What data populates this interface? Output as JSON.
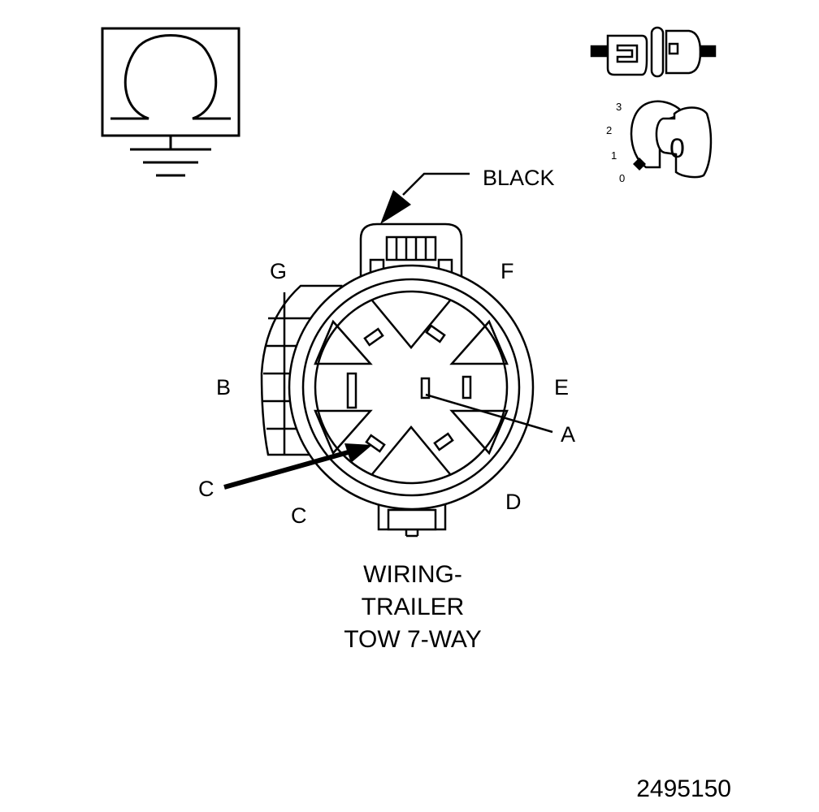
{
  "ohmmeter": {
    "symbol": "Ω"
  },
  "ignition": {
    "positions": [
      "3",
      "2",
      "1",
      "0"
    ],
    "key_value": "0"
  },
  "connector": {
    "color_label": "BLACK",
    "pin_labels": {
      "g": "G",
      "f": "F",
      "b": "B",
      "e": "E",
      "a": "A",
      "c_pointer": "C",
      "c": "C",
      "d": "D"
    },
    "title_lines": [
      "WIRING-",
      "TRAILER",
      "TOW 7-WAY"
    ]
  },
  "figure_number": "2495150"
}
